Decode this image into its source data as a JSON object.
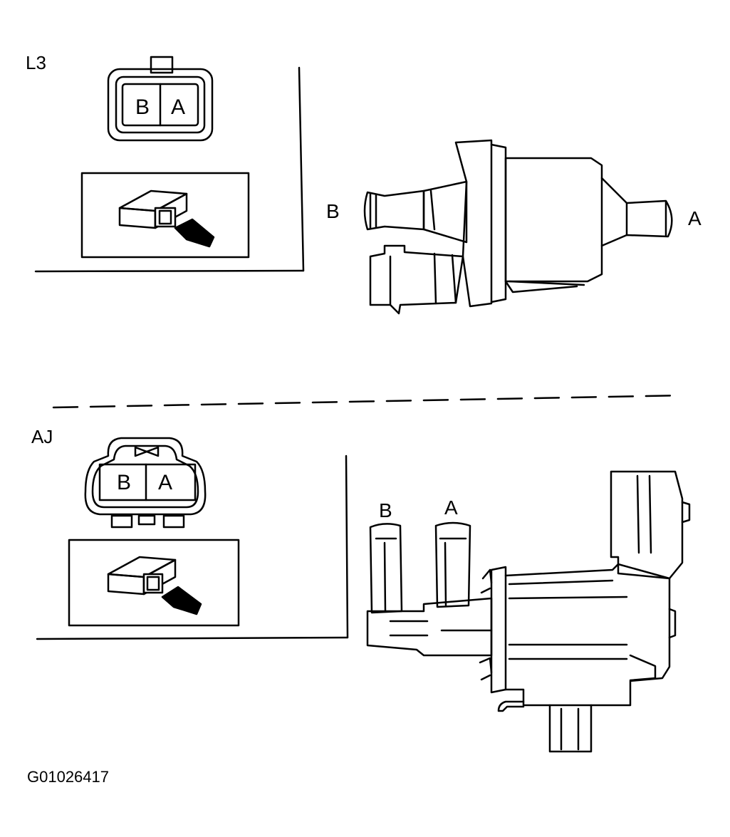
{
  "figure_code": "G01026417",
  "sections": [
    {
      "label": "L3",
      "connector_pins": [
        "B",
        "A"
      ],
      "port_labels": [
        "B",
        "A"
      ]
    },
    {
      "label": "AJ",
      "connector_pins": [
        "B",
        "A"
      ],
      "port_labels": [
        "B",
        "A"
      ]
    }
  ],
  "icons": [
    "connector-face-icon",
    "connector-view-arrow-icon",
    "valve-l3-icon",
    "valve-aj-icon"
  ],
  "colors": {
    "line": "#000000",
    "background": "#ffffff"
  }
}
